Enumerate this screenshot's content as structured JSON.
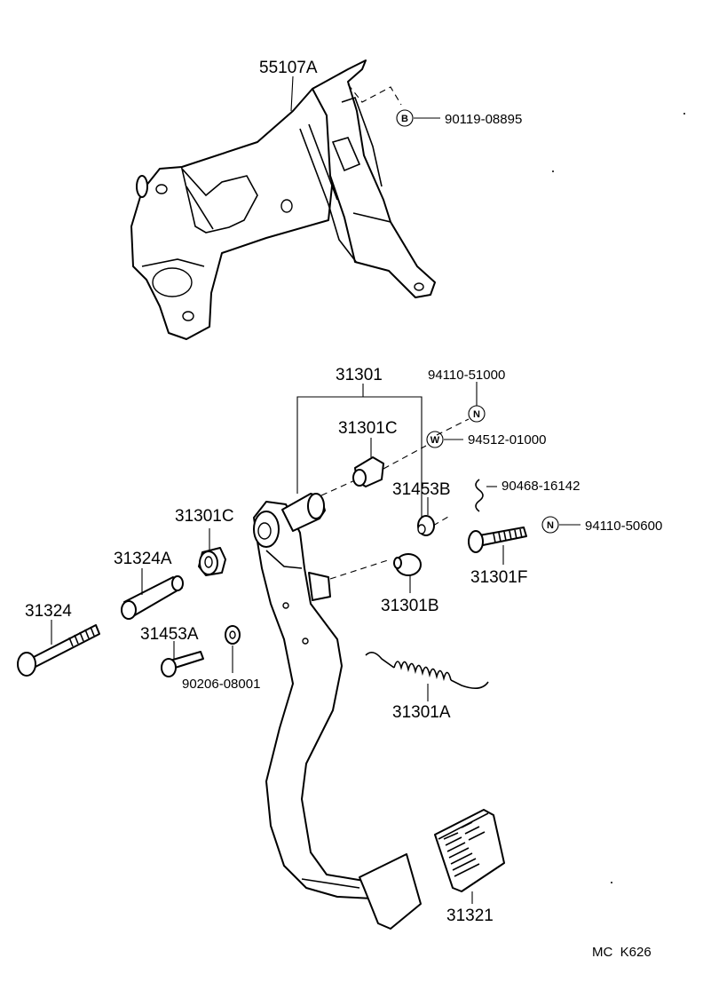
{
  "labels": {
    "bracket": "55107A",
    "bolt_b": "90119-08895",
    "assy": "31301",
    "nut_n1": "94110-51000",
    "bushing_c_right": "31301C",
    "washer_w": "94512-01000",
    "pin_31453b": "31453B",
    "clip": "90468-16142",
    "nut_n2": "94110-50600",
    "bushing_c_left": "31301C",
    "bolt_31301f": "31301F",
    "collar": "31324A",
    "cushion": "31301B",
    "bolt_31324": "31324",
    "pin_31453a": "31453A",
    "spring": "31301A",
    "clip_90206": "90206-08001",
    "pad": "31321",
    "footer": "MC  K626"
  },
  "symbols": {
    "b": "B",
    "n": "N",
    "w": "W"
  }
}
